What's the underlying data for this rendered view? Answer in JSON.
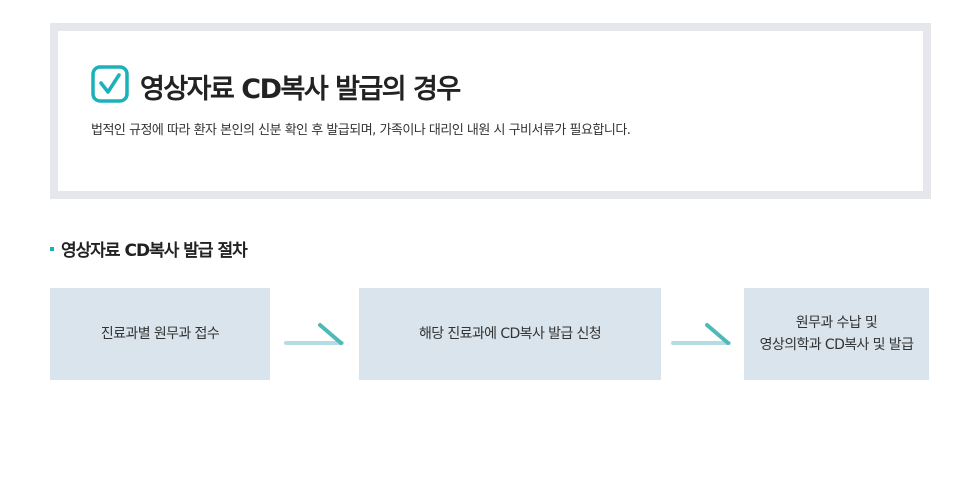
{
  "notice": {
    "title": "영상자료 CD복사 발급의 경우",
    "description": "법적인 규정에 따라 환자 본인의 신분 확인 후 발급되며, 가족이나 대리인 내원 시 구비서류가 필요합니다.",
    "icon": "checkbox-checked-icon",
    "accent_color": "#1ab1ba"
  },
  "procedure": {
    "title": "영상자료 CD복사 발급 절차",
    "arrow_color": "#b3dde2",
    "arrow_head_color": "#4fb8b8",
    "steps": [
      {
        "line1": "진료과별 원무과 접수"
      },
      {
        "line1": "해당 진료과에 CD복사 발급 신청"
      },
      {
        "line1": "원무과 수납 및",
        "line2": "영상의학과 CD복사 및 발급"
      }
    ]
  }
}
